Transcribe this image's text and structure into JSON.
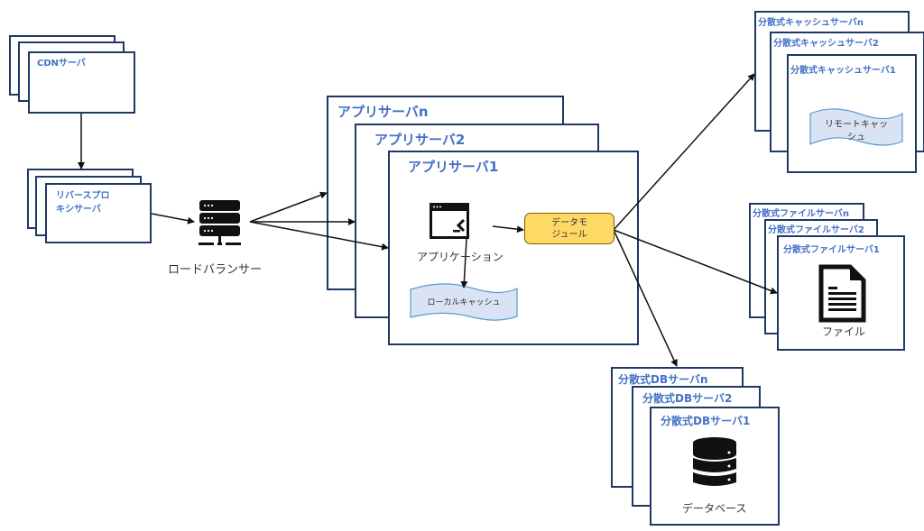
{
  "cdn": {
    "title": "CDNサーバ"
  },
  "reverse_proxy": {
    "title": "リバースプロ\nキシサーバ",
    "title_line1": "リバースプロ",
    "title_line2": "キシサーバ"
  },
  "load_balancer": {
    "label": "ロードバランサー",
    "icon": "server-rack-icon"
  },
  "app_servers": {
    "titles": [
      "アプリサーバn",
      "アプリサーバ2",
      "アプリサーバ1"
    ],
    "application_label": "アプリケーション",
    "application_icon": "terminal-window-icon",
    "local_cache_label": "ローカルキャッシュ",
    "data_module_line1": "データモ",
    "data_module_line2": "ジュール"
  },
  "cache_servers": {
    "titles": [
      "分散式キャッシュサーバn",
      "分散式キャッシュサーバ2",
      "分散式キャッシュサーバ1"
    ],
    "remote_cache_line1": "リモートキャッ",
    "remote_cache_line2": "シュ"
  },
  "file_servers": {
    "titles": [
      "分散式ファイルサーバn",
      "分散式ファイルサーバ2",
      "分散式ファイルサーバ1"
    ],
    "file_label": "ファイル",
    "icon": "document-icon"
  },
  "db_servers": {
    "titles": [
      "分散式DBサーバn",
      "分散式DBサーバ2",
      "分散式DBサーバ1"
    ],
    "db_label": "データベース",
    "icon": "database-icon"
  },
  "colors": {
    "title_blue": "#4472c4",
    "border_navy": "#1f3864",
    "module_yellow": "#ffd966",
    "cache_blue": "#dae3f3"
  }
}
